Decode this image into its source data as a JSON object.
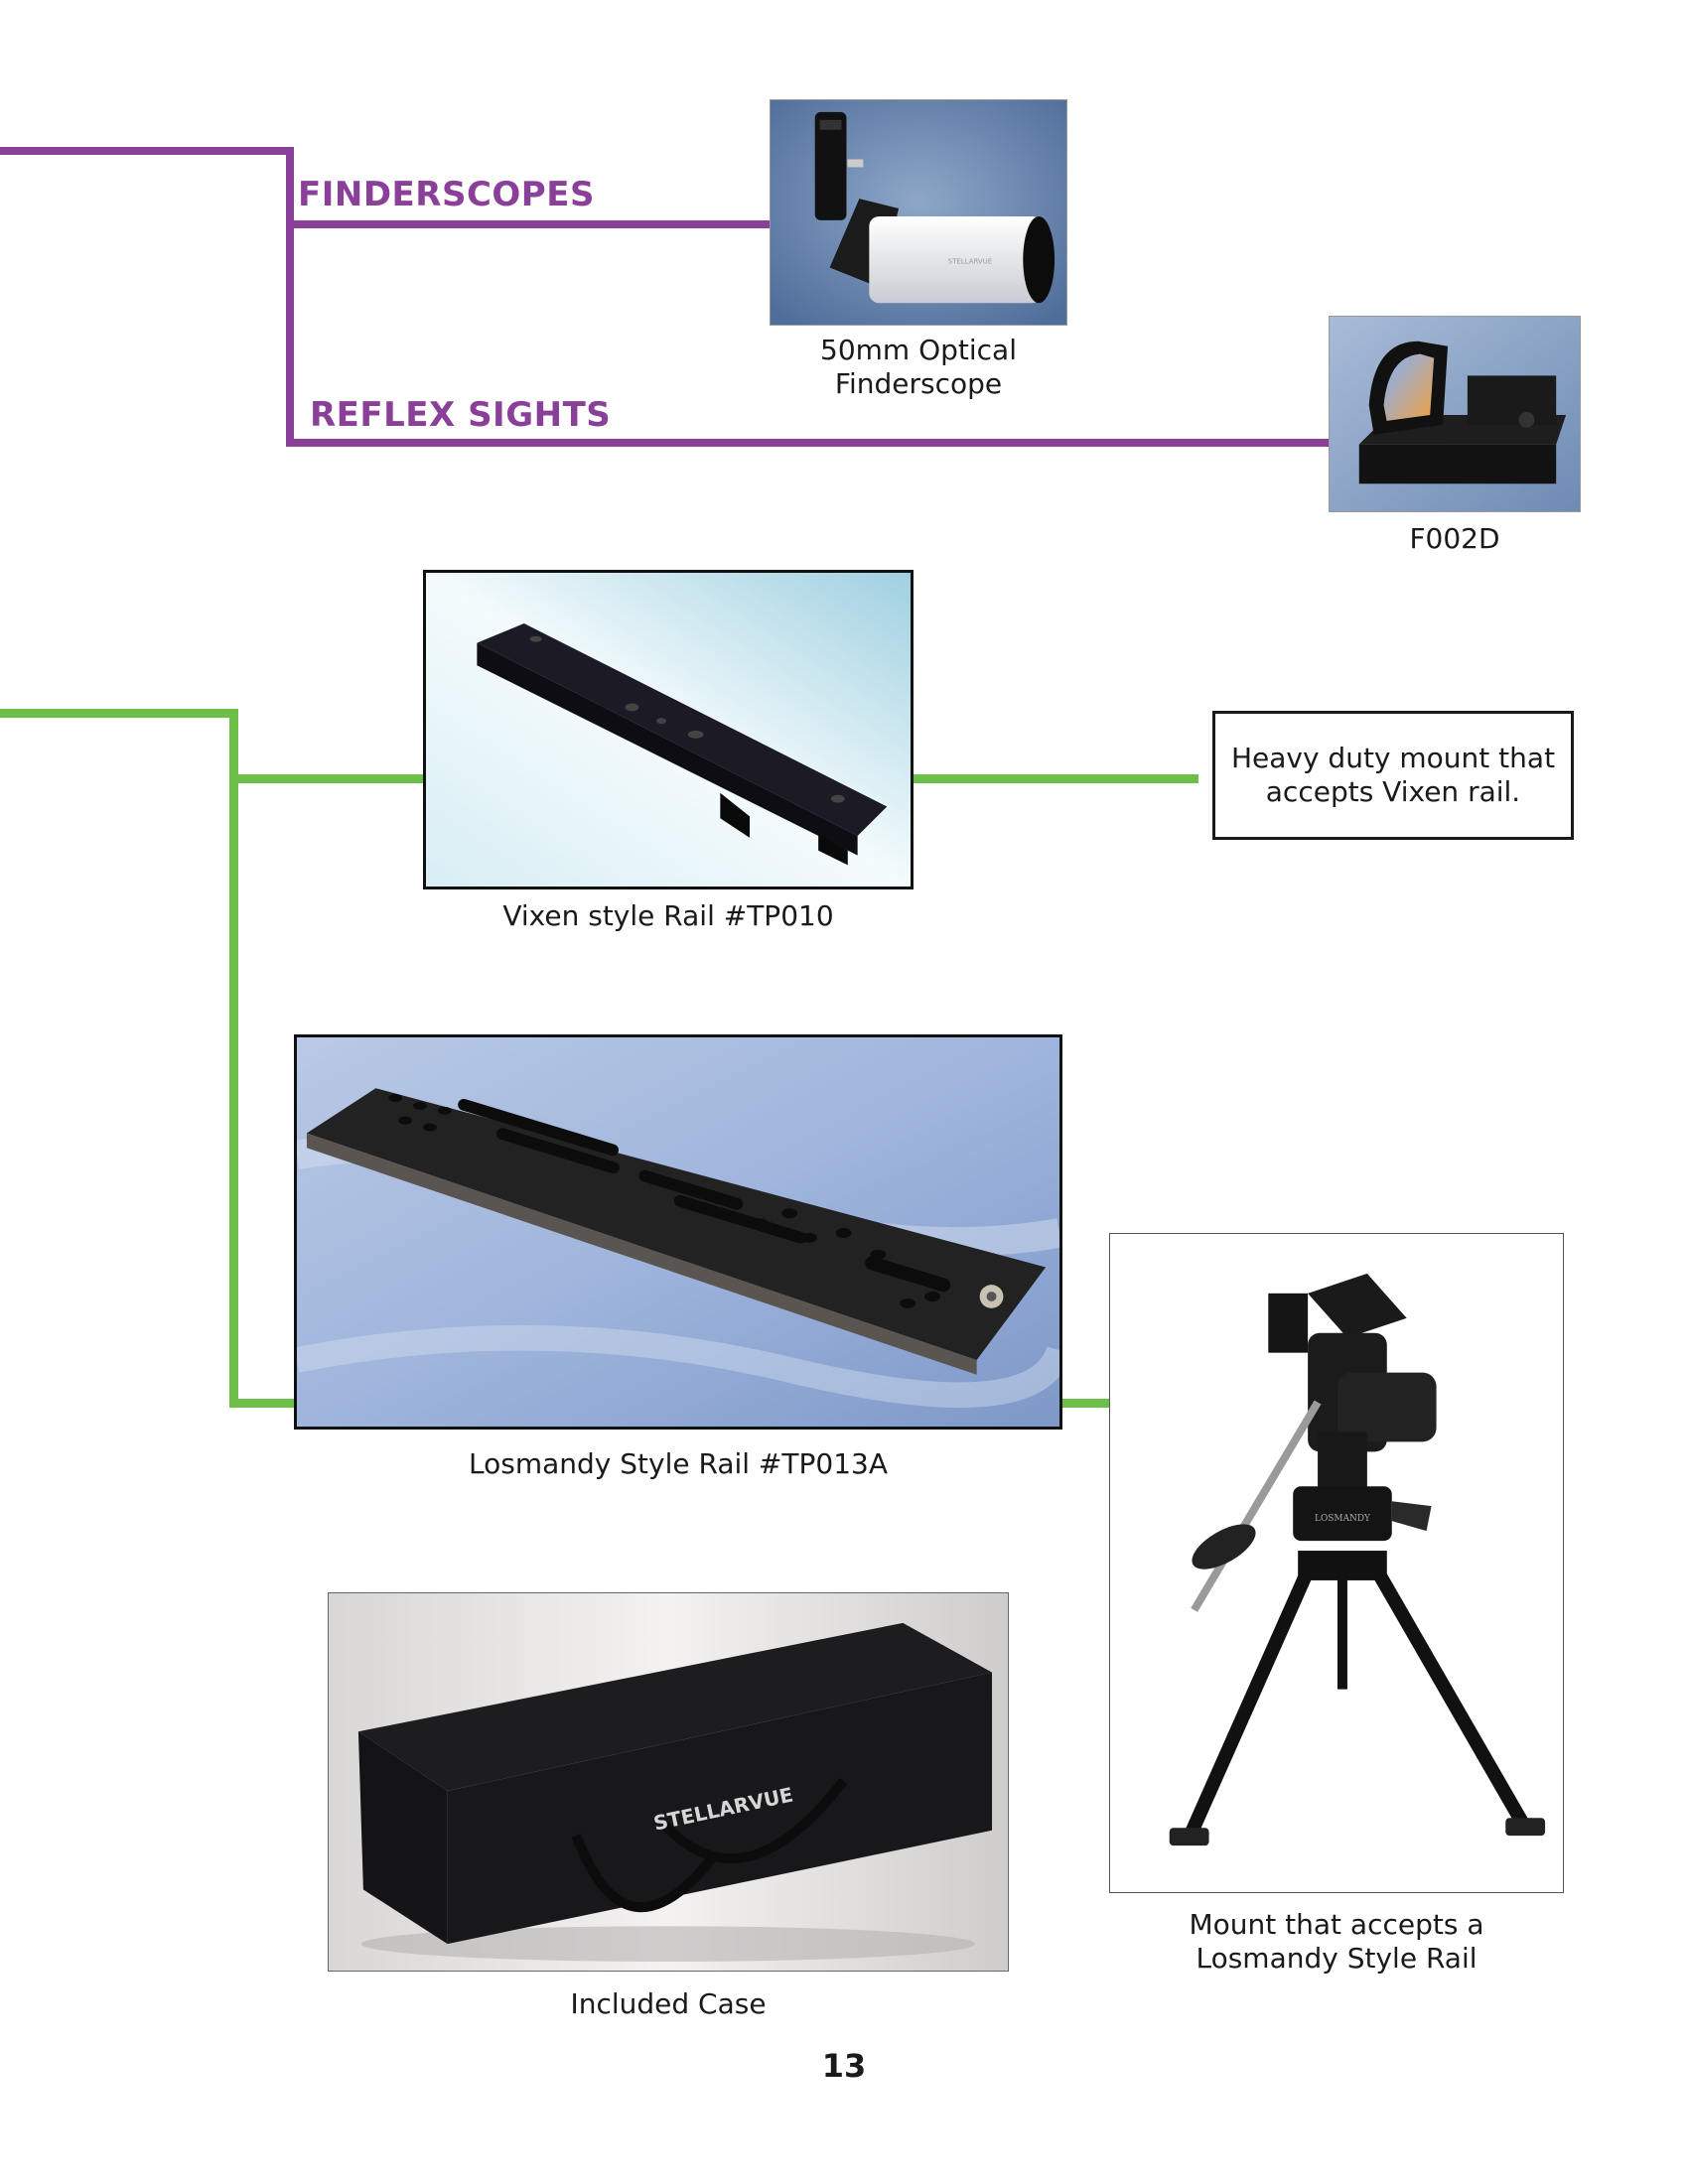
{
  "sections": {
    "finderscopes_label": "FINDERSCOPES",
    "reflex_sights_label": "REFLEX SIGHTS"
  },
  "products": {
    "finderscope": {
      "caption_line1": "50mm Optical",
      "caption_line2": "Finderscope",
      "photo_text": "STELLARVUE"
    },
    "reflex_sight": {
      "caption": "F002D"
    },
    "vixen_rail": {
      "caption": "Vixen style Rail #TP010"
    },
    "vixen_mount_note": {
      "line1": "Heavy duty mount that",
      "line2": "accepts Vixen rail."
    },
    "losmandy_rail": {
      "caption": "Losmandy Style Rail #TP013A"
    },
    "losmandy_mount": {
      "caption_line1": "Mount that accepts a",
      "caption_line2": "Losmandy Style Rail",
      "photo_text": "LOSMANDY"
    },
    "case": {
      "caption": "Included Case",
      "photo_text": "STELLARVUE"
    }
  },
  "page": {
    "number": "13"
  },
  "colors": {
    "purple_accent": "#8a3f98",
    "green_accent": "#6cc04a"
  }
}
